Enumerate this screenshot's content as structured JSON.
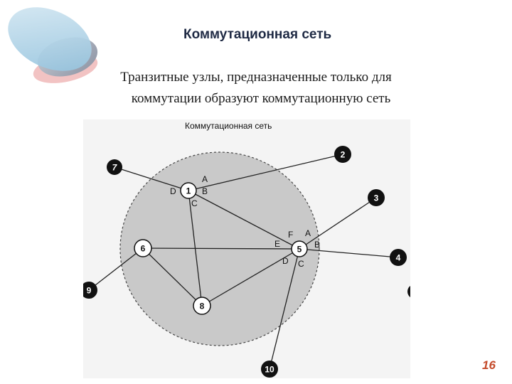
{
  "title": "Коммутационная сеть",
  "subtitle": {
    "line1": "Транзитные узлы, предназначенные только для",
    "line2": "коммутации образуют коммутационную сеть"
  },
  "page_number": "16",
  "diagram": {
    "network_label": "Коммутационная сеть",
    "transit_nodes": [
      {
        "id": "n1",
        "label": "1"
      },
      {
        "id": "n5",
        "label": "5"
      },
      {
        "id": "n6",
        "label": "6"
      },
      {
        "id": "n8",
        "label": "8"
      }
    ],
    "end_nodes": [
      {
        "id": "e7",
        "label": "7"
      },
      {
        "id": "e2",
        "label": "2"
      },
      {
        "id": "e3",
        "label": "3"
      },
      {
        "id": "e4",
        "label": "4"
      },
      {
        "id": "e9",
        "label": "9"
      },
      {
        "id": "e10",
        "label": "10"
      }
    ],
    "port_labels": {
      "n1_A": "A",
      "n1_B": "B",
      "n1_C": "C",
      "n1_D": "D",
      "n5_A": "A",
      "n5_B": "B",
      "n5_C": "C",
      "n5_D": "D",
      "n5_E": "E",
      "n5_F": "F"
    },
    "links": [
      [
        "e7",
        "n1"
      ],
      [
        "n1",
        "e2"
      ],
      [
        "n1",
        "n5"
      ],
      [
        "n1",
        "n8"
      ],
      [
        "e3",
        "n5"
      ],
      [
        "n6",
        "n5"
      ],
      [
        "n5",
        "e4"
      ],
      [
        "n5",
        "n8"
      ],
      [
        "n5",
        "e10"
      ],
      [
        "n6",
        "n8"
      ],
      [
        "n6",
        "e9"
      ]
    ]
  },
  "colors": {
    "title": "#1f2a44",
    "page_number": "#c44a2a",
    "network_fill": "#c9c9c9",
    "end_node_fill": "#111111"
  }
}
